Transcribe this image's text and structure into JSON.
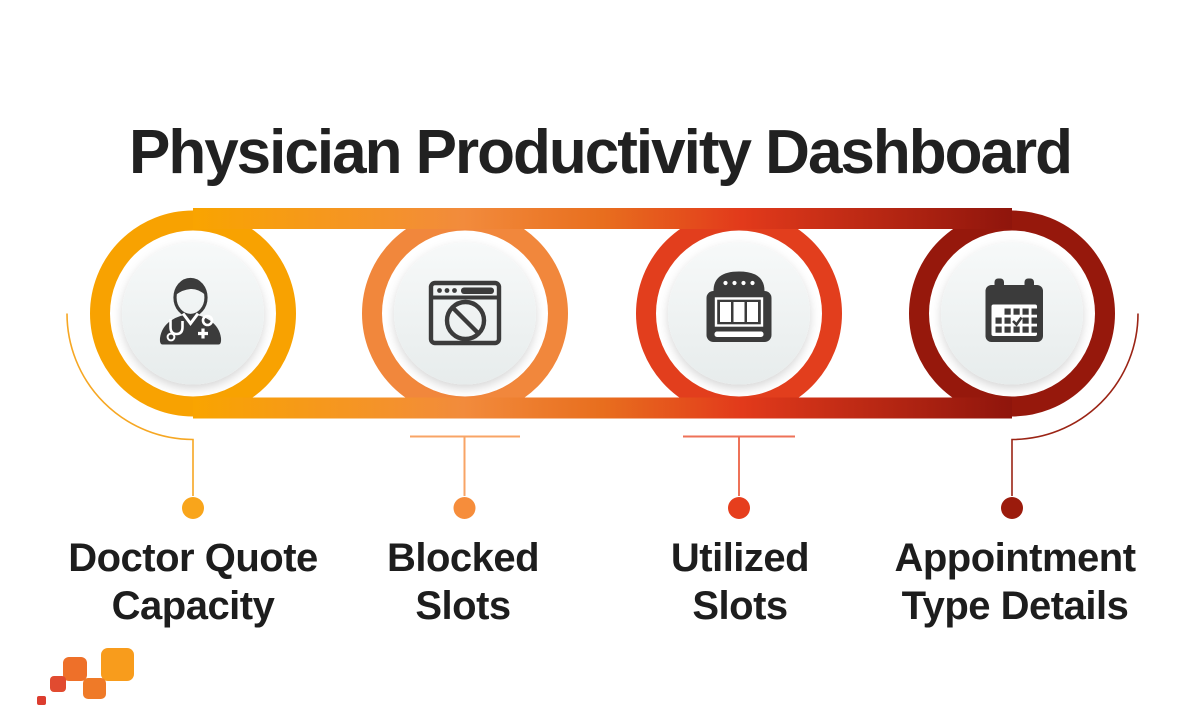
{
  "title": "Physician Productivity Dashboard",
  "steps": [
    {
      "label_line1": "Doctor Quote",
      "label_line2": "Capacity",
      "icon": "doctor-icon",
      "ring_color": "#F8A201",
      "dot_color": "#F9A51B",
      "line_color": "#F6A723"
    },
    {
      "label_line1": "Blocked",
      "label_line2": "Slots",
      "icon": "blocked-window-icon",
      "ring_color": "#F1873C",
      "dot_color": "#F68D3B",
      "line_color": "#F8A466"
    },
    {
      "label_line1": "Utilized",
      "label_line2": "Slots",
      "icon": "slot-machine-icon",
      "ring_color": "#E23E1D",
      "dot_color": "#E63E1D",
      "line_color": "#EE7258"
    },
    {
      "label_line1": "Appointment",
      "label_line2": "Type Details",
      "icon": "calendar-check-icon",
      "ring_color": "#96180C",
      "dot_color": "#9B1B0C",
      "line_color": "#9B2415"
    }
  ],
  "palette": {
    "background": "#FFFFFF",
    "title_color": "#212121",
    "label_color": "#1D1D1D",
    "icon_color": "#3B3B3B",
    "inner_circle_top": "#F7F9F9",
    "inner_circle_bottom": "#E7ECEC",
    "band_gradient": [
      "#F9A400",
      "#F28B3C",
      "#E86E1E",
      "#E23A1B",
      "#8F150C"
    ]
  },
  "logo": {
    "name": "pixel-squares-logo",
    "colors": [
      "#F89C1C",
      "#EE7029",
      "#E14B30",
      "#EF7A28",
      "#DC3D2F"
    ]
  }
}
